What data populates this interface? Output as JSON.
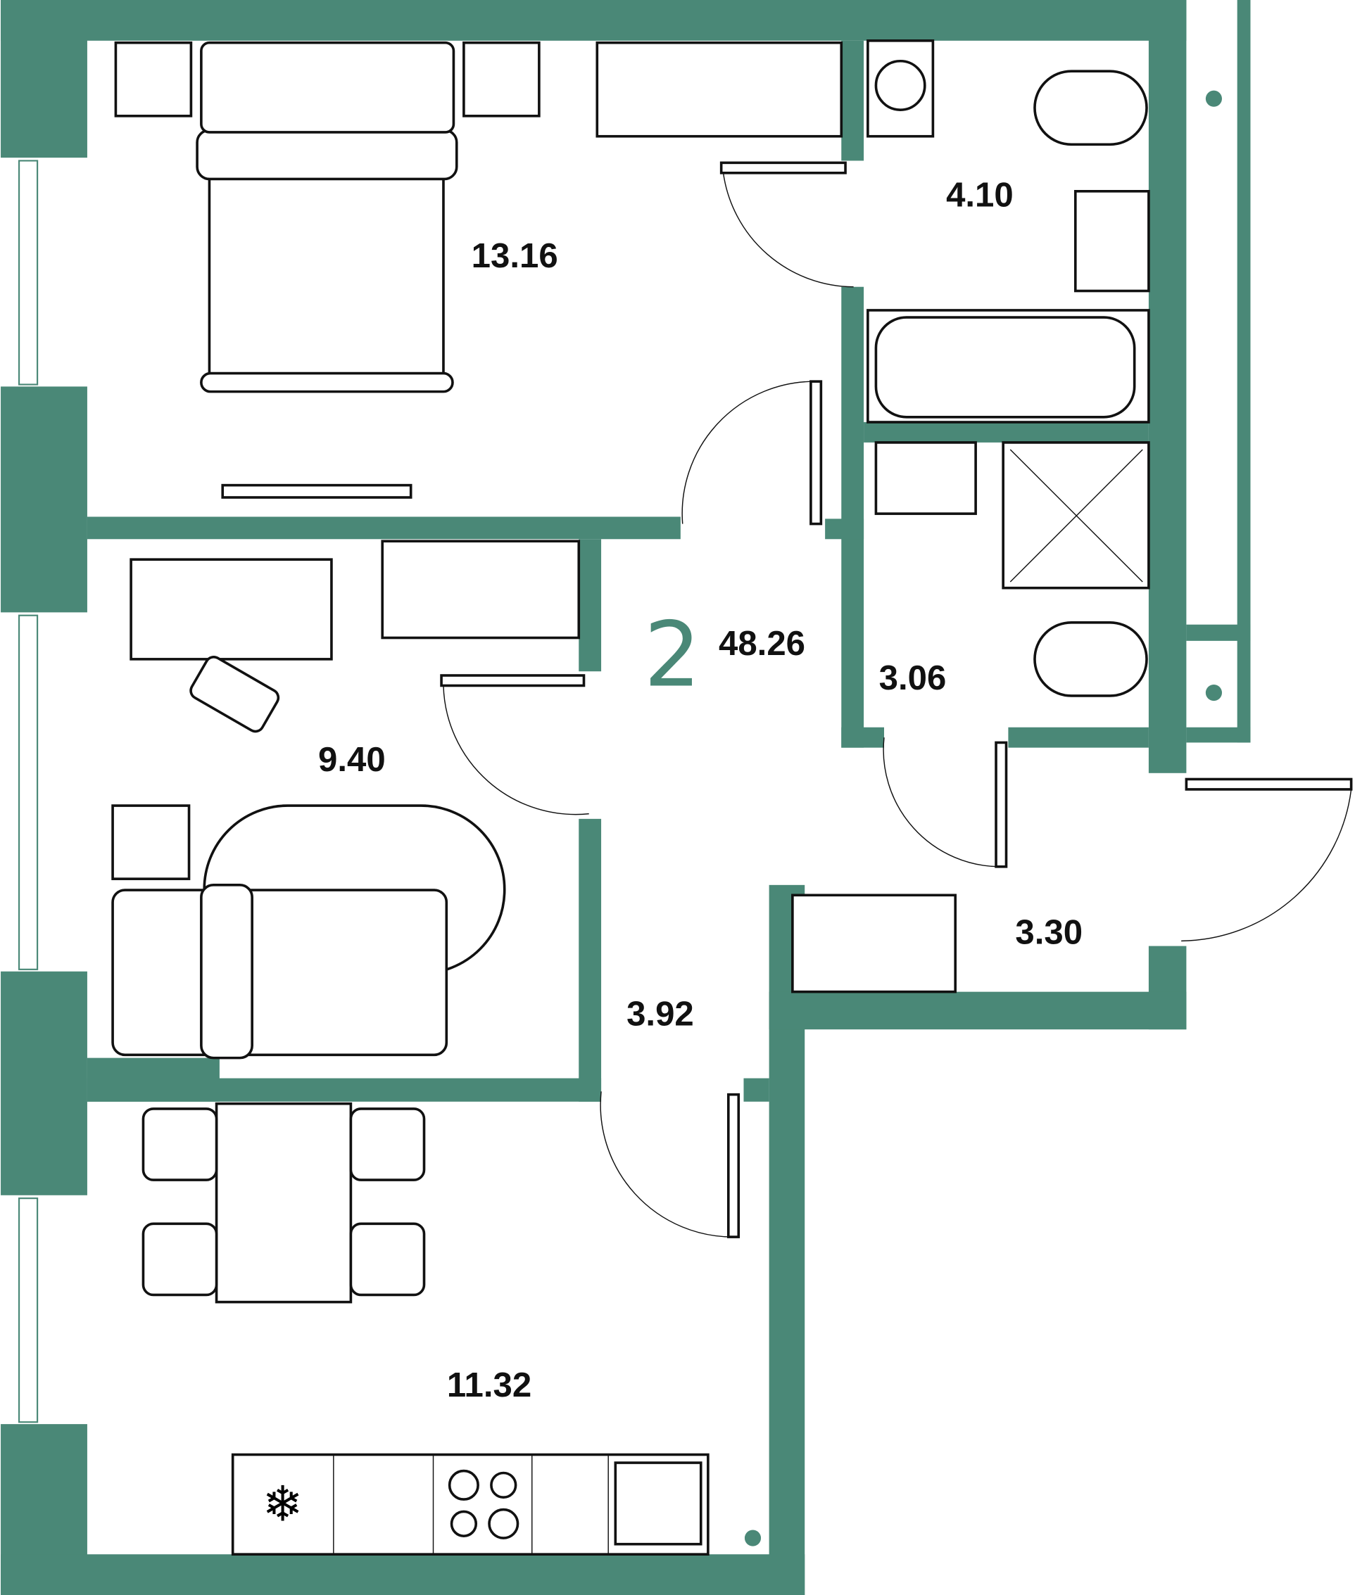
{
  "plan": {
    "rooms_count": "2",
    "total_area": "48.26",
    "rooms": [
      {
        "id": "bedroom",
        "area": "13.16"
      },
      {
        "id": "bathroom",
        "area": "4.10"
      },
      {
        "id": "wc",
        "area": "3.06"
      },
      {
        "id": "kids-room",
        "area": "9.40"
      },
      {
        "id": "storage",
        "area": "3.30"
      },
      {
        "id": "hallway",
        "area": "3.92"
      },
      {
        "id": "kitchen",
        "area": "11.32"
      }
    ],
    "colors": {
      "wall": "#4a8877",
      "text": "#111111"
    }
  }
}
